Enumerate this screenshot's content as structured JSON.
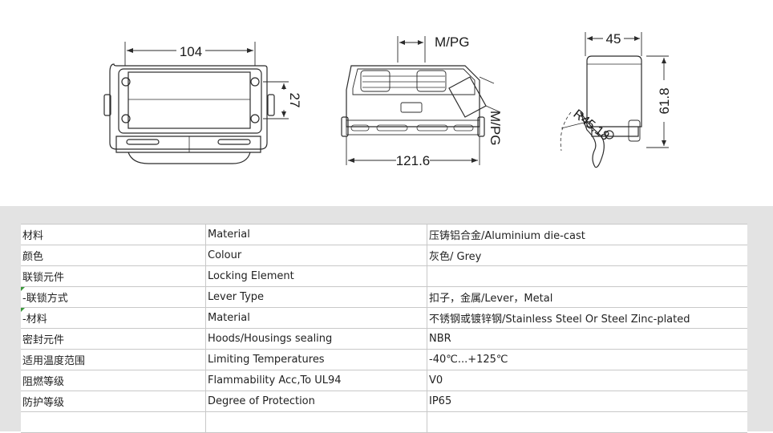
{
  "dimensions": {
    "front_width": "104",
    "front_height": "27",
    "side_thread_top": "M/PG",
    "side_thread_right": "M/PG",
    "side_length": "121.6",
    "end_width": "45",
    "end_height": "61.8",
    "end_radius": "R45.18"
  },
  "spec_rows": [
    {
      "zh": "材料",
      "en": "Material",
      "value": "压铸铝合金/Aluminium die-cast",
      "mark": false
    },
    {
      "zh": "颜色",
      "en": "Colour",
      "value": "灰色/ Grey",
      "mark": false
    },
    {
      "zh": "联锁元件",
      "en": "Locking Element",
      "value": "",
      "mark": false
    },
    {
      "zh": " -联锁方式",
      "en": "Lever Type",
      "value": "扣子，金属/Lever，Metal",
      "mark": true
    },
    {
      "zh": " -材料",
      "en": "Material",
      "value": "不锈钢或镀锌钢/Stainless Steel Or Steel Zinc-plated",
      "mark": true
    },
    {
      "zh": "密封元件",
      "en": "Hoods/Housings sealing",
      "value": "NBR",
      "mark": false
    },
    {
      "zh": "适用温度范围",
      "en": "Limiting Temperatures",
      "value": "-40℃...+125℃",
      "mark": false
    },
    {
      "zh": "阻燃等级",
      "en": "Flammability Acc,To UL94",
      "value": "V0",
      "mark": false
    },
    {
      "zh": "防护等级",
      "en": "Degree of Protection",
      "value": "IP65",
      "mark": false
    },
    {
      "zh": "",
      "en": "",
      "value": "",
      "mark": false
    }
  ]
}
